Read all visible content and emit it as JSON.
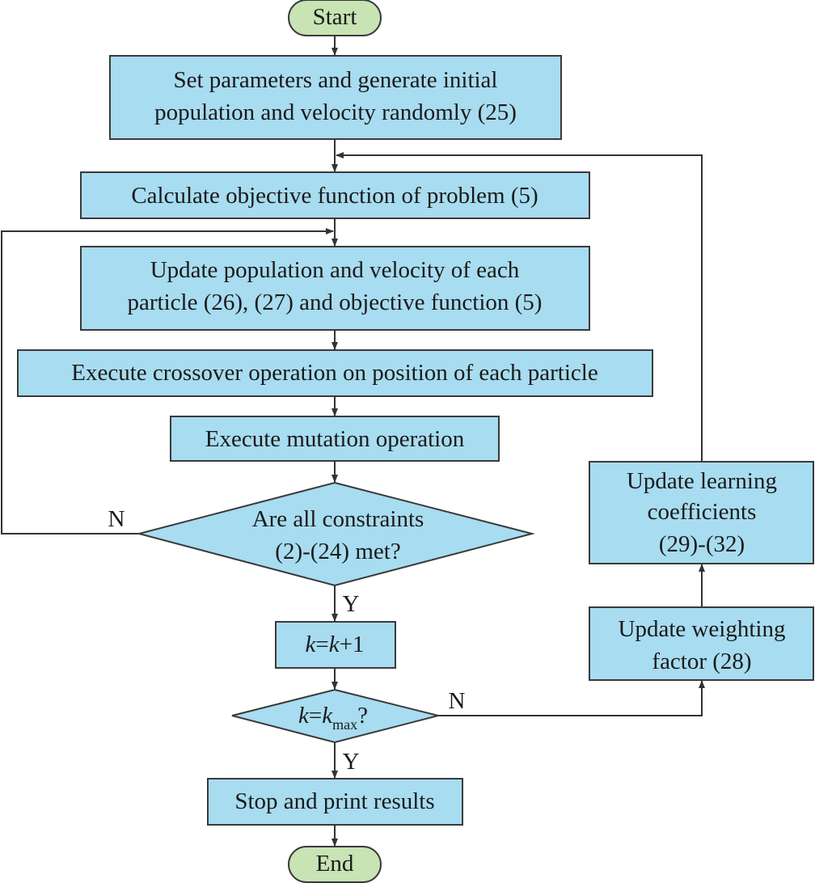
{
  "colors": {
    "process_fill": "#a8dcf0",
    "terminal_fill": "#c8e3b4",
    "stroke": "#3a3a3a"
  },
  "nodes": {
    "start": "Start",
    "init_line1": "Set parameters and generate initial",
    "init_line2": "population and velocity randomly (25)",
    "calc": "Calculate objective function of problem (5)",
    "update_line1": "Update population and velocity of each",
    "update_line2": "particle (26), (27) and objective function (5)",
    "crossover": "Execute crossover operation on position of each particle",
    "mutation": "Execute mutation operation",
    "constraints_line1": "Are all constraints",
    "constraints_line2": "(2)-(24) met?",
    "increment_k1": "k",
    "increment_eq": "=",
    "increment_k2": "k",
    "increment_tail": "+1",
    "kmax_k1": "k",
    "kmax_eq": "=",
    "kmax_k2": "k",
    "kmax_sub": "max",
    "kmax_q": "?",
    "stop": "Stop and print results",
    "end": "End",
    "learning_line1": "Update learning",
    "learning_line2": "coefficients",
    "learning_line3": "(29)-(32)",
    "weighting_line1": "Update weighting",
    "weighting_line2": "factor (28)"
  },
  "edge_labels": {
    "constraints_no": "N",
    "constraints_yes": "Y",
    "kmax_no": "N",
    "kmax_yes": "Y"
  }
}
